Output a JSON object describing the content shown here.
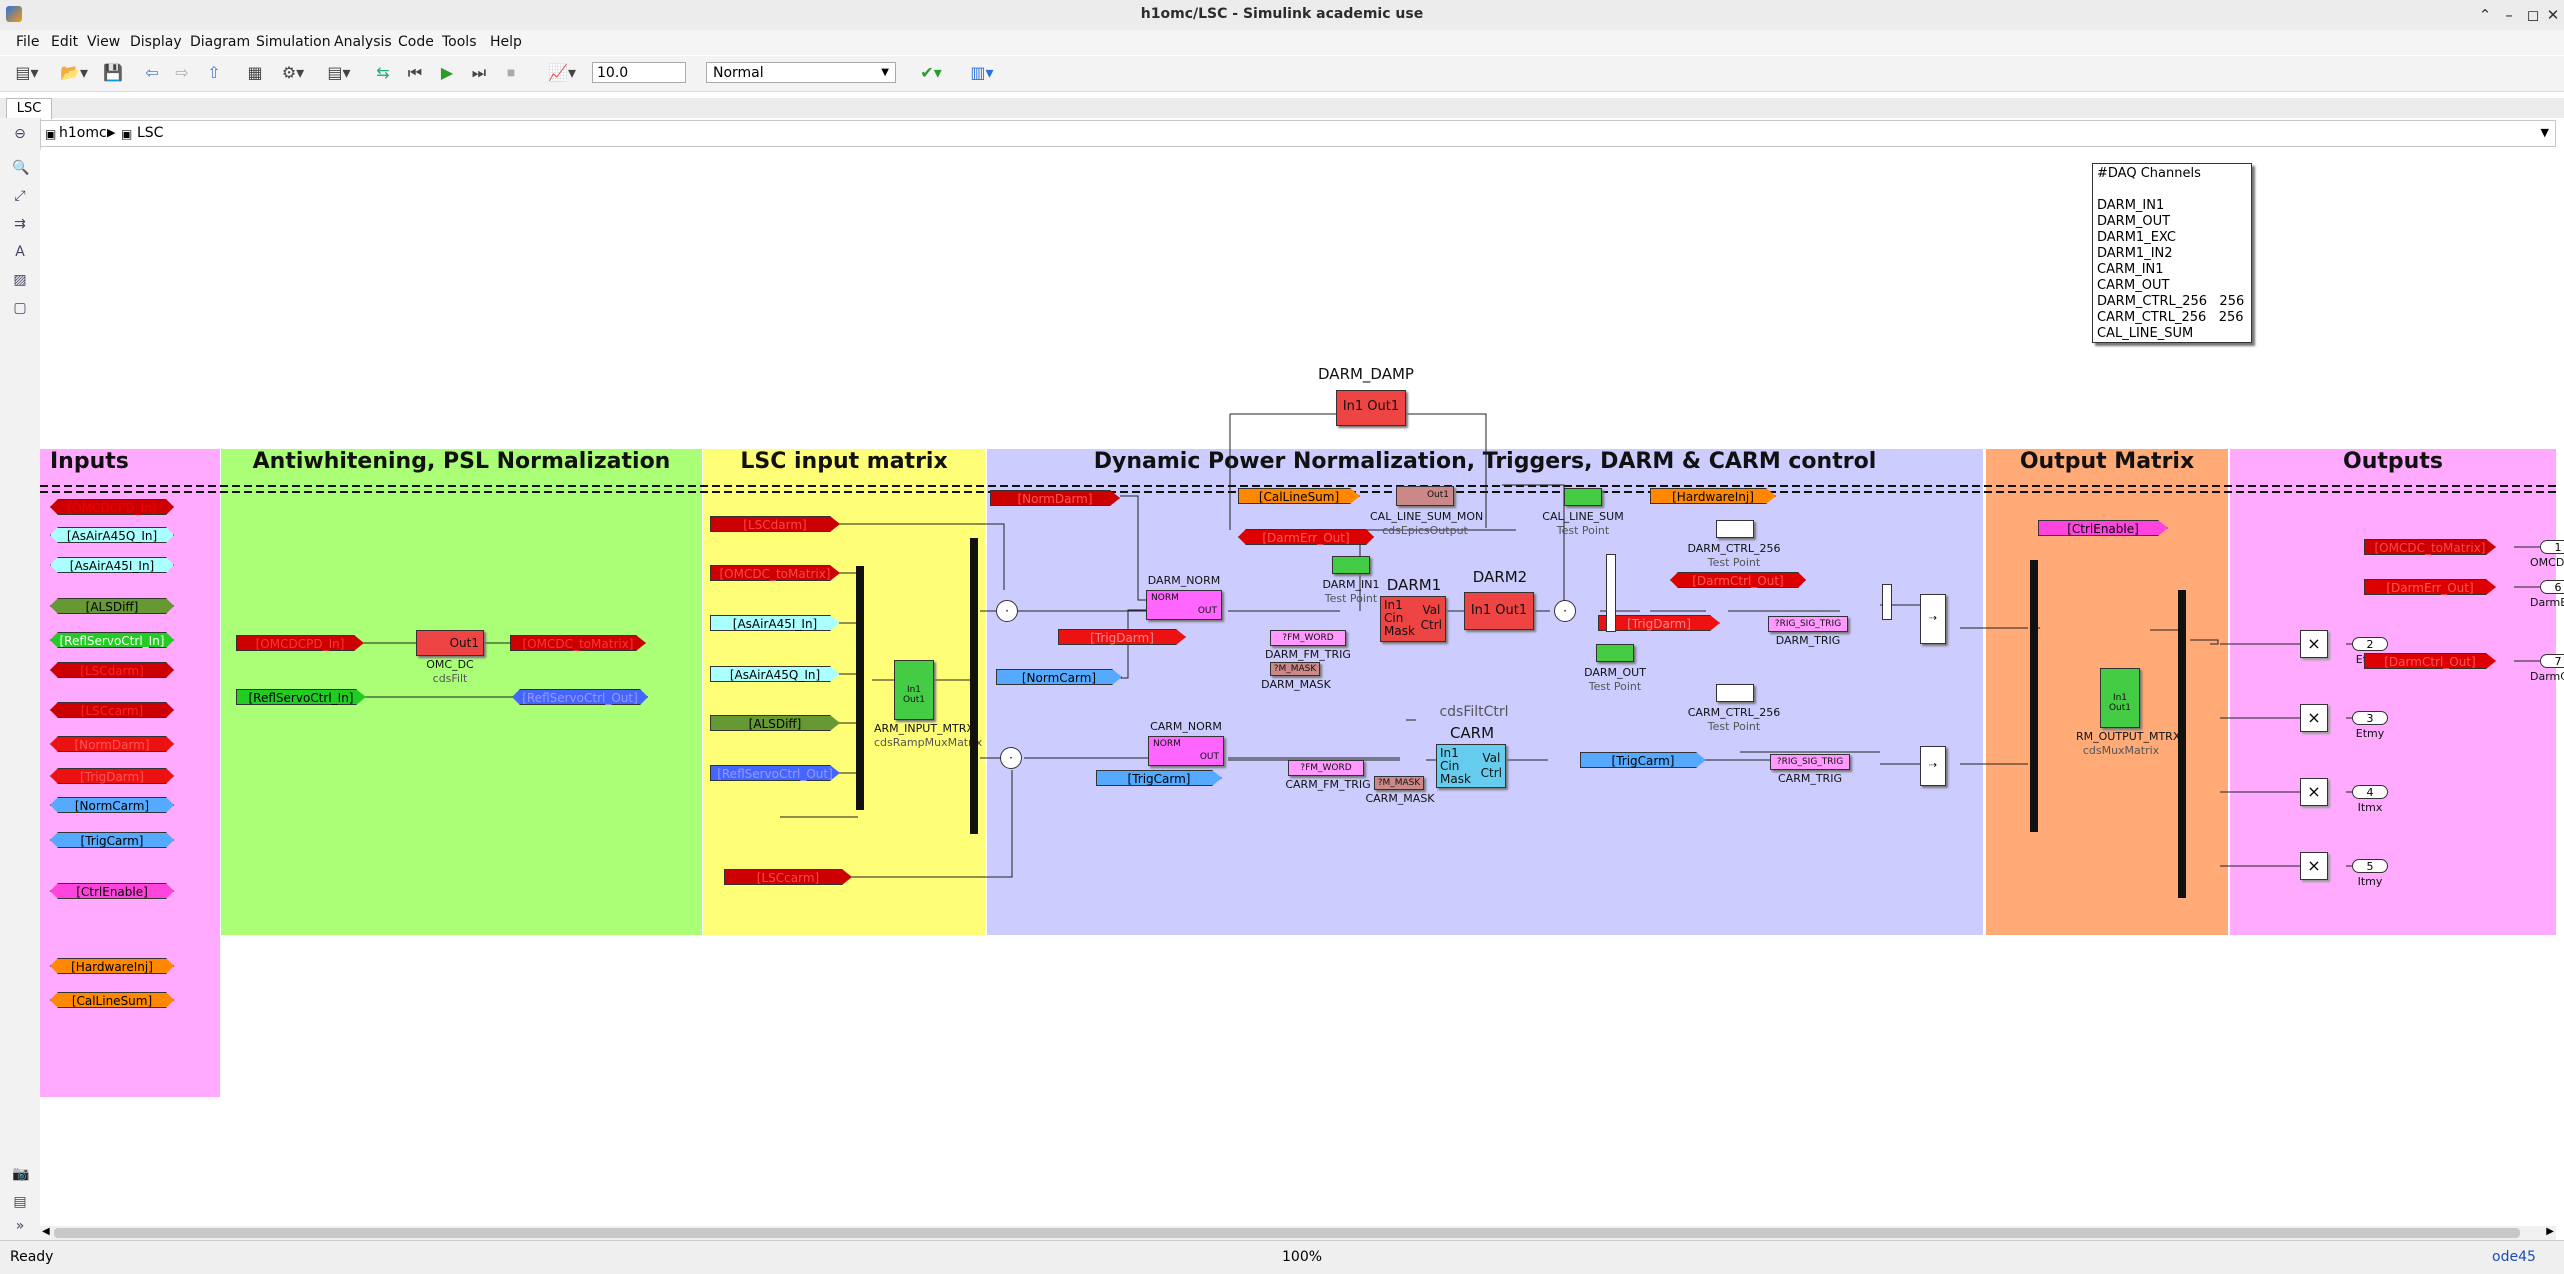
{
  "window": {
    "title": "h1omc/LSC - Simulink academic use"
  },
  "menu": [
    "File",
    "Edit",
    "View",
    "Display",
    "Diagram",
    "Simulation",
    "Analysis",
    "Code",
    "Tools",
    "Help"
  ],
  "toolbar": {
    "stop_time": "10.0",
    "sim_mode": "Normal"
  },
  "tab": {
    "label": "LSC"
  },
  "breadcrumb": {
    "root": "h1omc",
    "current": "LSC"
  },
  "regions": {
    "inputs": "Inputs",
    "antiwhitening": "Antiwhitening, PSL Normalization",
    "input_matrix": "LSC input matrix",
    "dynamic": "Dynamic Power Normalization, Triggers, DARM & CARM control",
    "output_matrix": "Output Matrix",
    "outputs": "Outputs"
  },
  "input_tags": [
    "[OMCDCPD_In]",
    "[AsAirA45Q_In]",
    "[AsAirA45I_In]",
    "[ALSDiff]",
    "[ReflServoCtrl_In]",
    "[LSCdarm]",
    "[LSCcarm]",
    "[NormDarm]",
    "[TrigDarm]",
    "[NormCarm]",
    "[TrigCarm]",
    "[CtrlEnable]",
    "[HardwareInj]",
    "[CalLineSum]"
  ],
  "antiwhitening": {
    "from1": "[OMCDCPD_In]",
    "to1": "[OMCDC_toMatrix]",
    "from2": "[ReflServoCtrl_In]",
    "to2": "[ReflServoCtrl_Out]",
    "block": {
      "name": "OMC_DC",
      "type": "cdsFilt",
      "port": "Out1"
    }
  },
  "input_matrix": {
    "tags": [
      "[LSCdarm]",
      "[OMCDC_toMatrix]",
      "[AsAirA45I_In]",
      "[AsAirA45Q_In]",
      "[ALSDiff]",
      "[ReflServoCtrl_Out]",
      "[LSCcarm]"
    ],
    "block": {
      "name": "ARM_INPUT_MTRX",
      "type": "cdsRampMuxMatrix",
      "port": "In1 Out1"
    }
  },
  "dynamic": {
    "tags": {
      "norm_darm": "[NormDarm]",
      "cal_line_sum": "[CalLineSum]",
      "darm_err_out": "[DarmErr_Out]",
      "trig_darm": "[TrigDarm]",
      "norm_carm": "[NormCarm]",
      "trig_carm_1": "[TrigCarm]",
      "hardware_inj": "[HardwareInj]",
      "darm_ctrl_out": "[DarmCtrl_Out]",
      "trig_darm_2": "[TrigDarm]",
      "trig_carm_2": "[TrigCarm]"
    },
    "blocks": {
      "darm_damp": "DARM_DAMP",
      "darm_damp_port": "In1  Out1",
      "darm_norm": "DARM_NORM",
      "carm_norm": "CARM_NORM",
      "darm1": "DARM1",
      "darm2": "DARM2",
      "carm": "CARM",
      "cds_filt_ctrl": "cdsFiltCtrl",
      "cal_line_sum_mon": "CAL_LINE_SUM_MON",
      "cds_epics_output": "cdsEpicsOutput",
      "cal_line_sum": "CAL_LINE_SUM",
      "test_point": "Test Point",
      "darm_in1": "DARM_IN1",
      "darm_out": "DARM_OUT",
      "darm_ctrl_256": "DARM_CTRL_256",
      "carm_ctrl_256": "CARM_CTRL_256",
      "darm_fm_trig": "DARM_FM_TRIG",
      "darm_mask": "DARM_MASK",
      "carm_fm_trig": "CARM_FM_TRIG",
      "carm_mask": "CARM_MASK",
      "darm_trig": "DARM_TRIG",
      "carm_trig": "CARM_TRIG",
      "norm_port": "NORM",
      "out_port": "OUT",
      "fm_word": "?FM_WORD",
      "m_mask": "?M_MASK",
      "rig_sig_trig": "?RIG_SIG_TRIG",
      "filt_port_in": "In1\nCin\nMask",
      "filt_port_out": "Val\nCtrl",
      "in1_out1": "In1  Out1",
      "out1": "Out1",
      "in1": "In1"
    }
  },
  "output_matrix": {
    "tag": "[CtrlEnable]",
    "block": {
      "name": "RM_OUTPUT_MTRX",
      "type": "cdsMuxMatrix",
      "port": "In1 Out1"
    },
    "ports": [
      {
        "n": "2",
        "label": "Etmx"
      },
      {
        "n": "3",
        "label": "Etmy"
      },
      {
        "n": "4",
        "label": "Itmx"
      },
      {
        "n": "5",
        "label": "Itmy"
      }
    ]
  },
  "outputs": [
    {
      "tag": "[OMCDC_toMatrix]",
      "n": "1",
      "label": "OMCDC"
    },
    {
      "tag": "[DarmErr_Out]",
      "n": "6",
      "label": "DarmErr"
    },
    {
      "tag": "[DarmCtrl_Out]",
      "n": "7",
      "label": "DarmCtrl"
    }
  ],
  "daq": {
    "title": "#DAQ Channels",
    "lines": [
      "DARM_IN1",
      "DARM_OUT",
      "DARM1_EXC",
      "DARM1_IN2",
      "CARM_IN1",
      "CARM_OUT",
      "DARM_CTRL_256   256",
      "CARM_CTRL_256   256",
      "CAL_LINE_SUM"
    ]
  },
  "status": {
    "left": "Ready",
    "zoom": "100%",
    "solver": "ode45"
  },
  "colors": {
    "inputs_bg": "#ffaaff",
    "antiwhite_bg": "#aaff77",
    "matrix_bg": "#ffff77",
    "dynamic_bg": "#ccccff",
    "outmatrix_bg": "#ffaa77",
    "outputs_bg": "#ffaaff"
  }
}
